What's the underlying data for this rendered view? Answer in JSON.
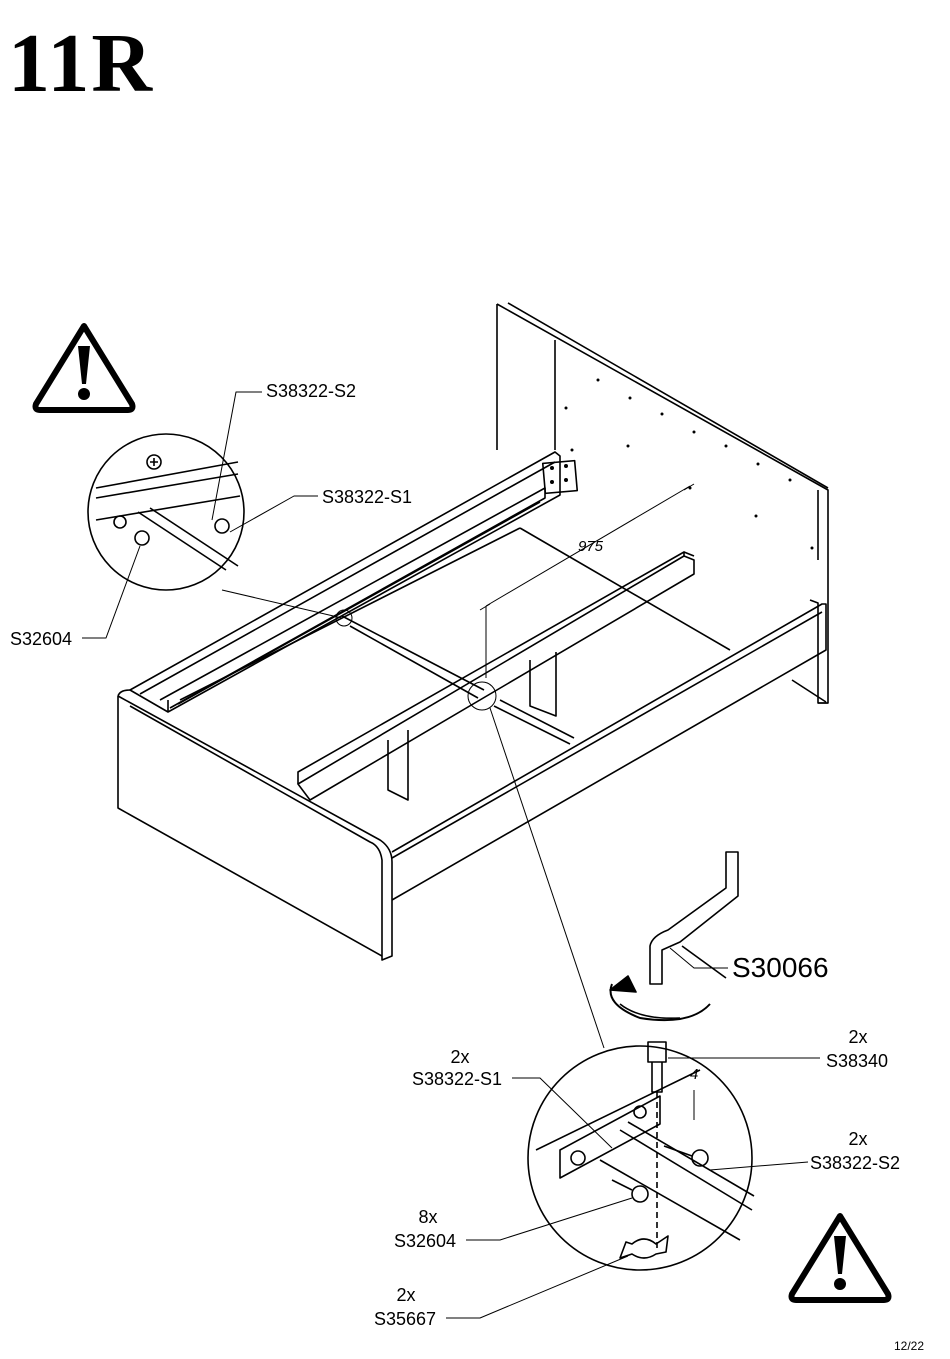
{
  "step": {
    "title": "11R"
  },
  "parts": {
    "rail_s2_top": "S38322-S2",
    "rail_s1_top": "S38322-S1",
    "screw_top": "S32604",
    "allen_key": "S30066",
    "bolt_qty": "2x",
    "bolt_code": "S38340",
    "rail_s1_qty": "2x",
    "rail_s1_code": "S38322-S1",
    "rail_s2_qty": "2x",
    "rail_s2_code": "S38322-S2",
    "screw_qty": "8x",
    "screw_code": "S32604",
    "wingnut_qty": "2x",
    "wingnut_code": "S35667"
  },
  "dimensions": {
    "length": "975",
    "gap": "4"
  },
  "page": {
    "number": "12/22"
  },
  "icons": [
    "warning-icon",
    "warning-icon"
  ]
}
